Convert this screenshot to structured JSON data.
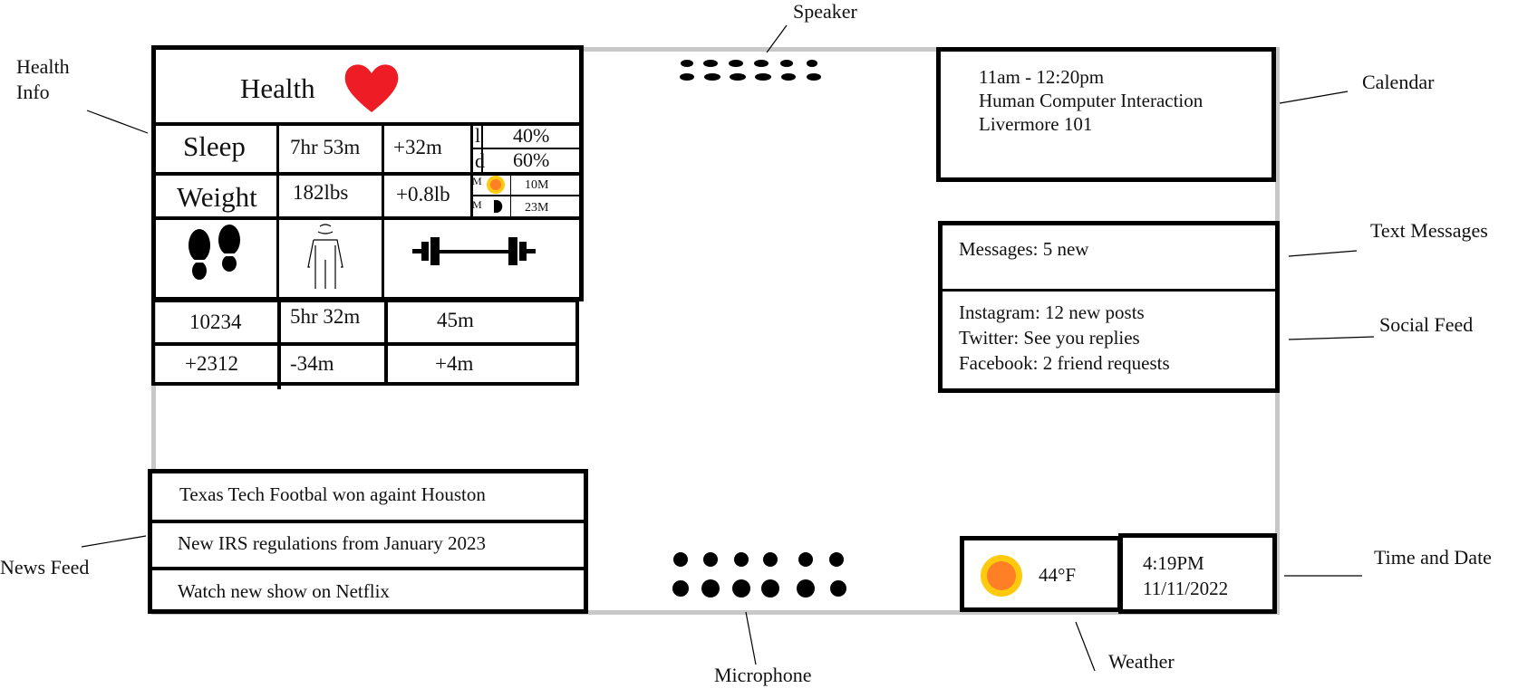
{
  "labels": {
    "speaker": "Speaker",
    "health_info": "Health\nInfo",
    "calendar": "Calendar",
    "text_messages": "Text Messages",
    "social_feed": "Social Feed",
    "news_feed": "News Feed",
    "time_and_date": "Time and Date",
    "microphone": "Microphone",
    "weather": "Weather"
  },
  "health": {
    "title": "Health",
    "sleep_label": "Sleep",
    "sleep_value": "7hr 53m",
    "sleep_delta": "+32m",
    "weight_label": "Weight",
    "weight_value": "182lbs",
    "weight_delta": "+0.8lb",
    "light_label": "l",
    "light_pct": "40%",
    "deep_label": "d",
    "deep_pct": "60%",
    "m1_label": "M",
    "m1_value": "10M",
    "m2_label": "M",
    "m2_value": "23M",
    "steps_value": "10234",
    "steps_delta": "+2312",
    "stand_value": "5hr 32m",
    "stand_delta": "-34m",
    "exercise_value": "45m",
    "exercise_delta": "+4m",
    "icons": [
      "footprints-icon",
      "person-icon",
      "dumbbell-icon",
      "heart-icon",
      "sun-icon",
      "moon-icon"
    ]
  },
  "calendar": {
    "time": "11am - 12:20pm",
    "title": "Human Computer Interaction",
    "location": "Livermore 101"
  },
  "messages": {
    "text": "Messages: 5 new"
  },
  "social": {
    "instagram": "Instagram: 12 new posts",
    "twitter": "Twitter: See you replies",
    "facebook": "Facebook: 2 friend requests"
  },
  "news": {
    "items": [
      "Texas Tech Footbal won againt Houston",
      "New IRS regulations from January 2023",
      "Watch new show on Netflix"
    ]
  },
  "weather": {
    "temp": "44°F",
    "icon": "sun-icon"
  },
  "datetime": {
    "time": "4:19PM",
    "date": "11/11/2022"
  },
  "colors": {
    "heart": "#ee1c24",
    "sun_outer": "#ffc90e",
    "sun_inner": "#ff7f27",
    "frame": "#c8c8c8"
  }
}
